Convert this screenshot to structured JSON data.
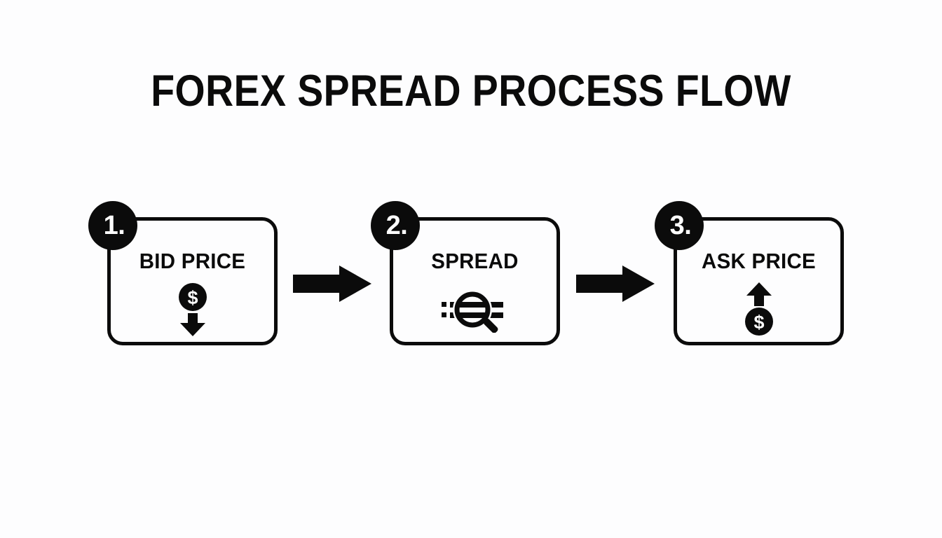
{
  "page": {
    "title": "FOREX SPREAD PROCESS FLOW",
    "background_color": "#fdfdfe",
    "ink_color": "#0b0b0b"
  },
  "flow": {
    "steps": [
      {
        "badge": "1.",
        "label": "BID PRICE",
        "icon": "dollar-coin-down-arrow-icon"
      },
      {
        "badge": "2.",
        "label": "SPREAD",
        "icon": "magnifier-compare-icon"
      },
      {
        "badge": "3.",
        "label": "ASK PRICE",
        "icon": "up-arrow-dollar-coin-icon"
      }
    ],
    "connectors": [
      {
        "icon": "right-arrow-icon"
      },
      {
        "icon": "right-arrow-icon"
      }
    ]
  }
}
